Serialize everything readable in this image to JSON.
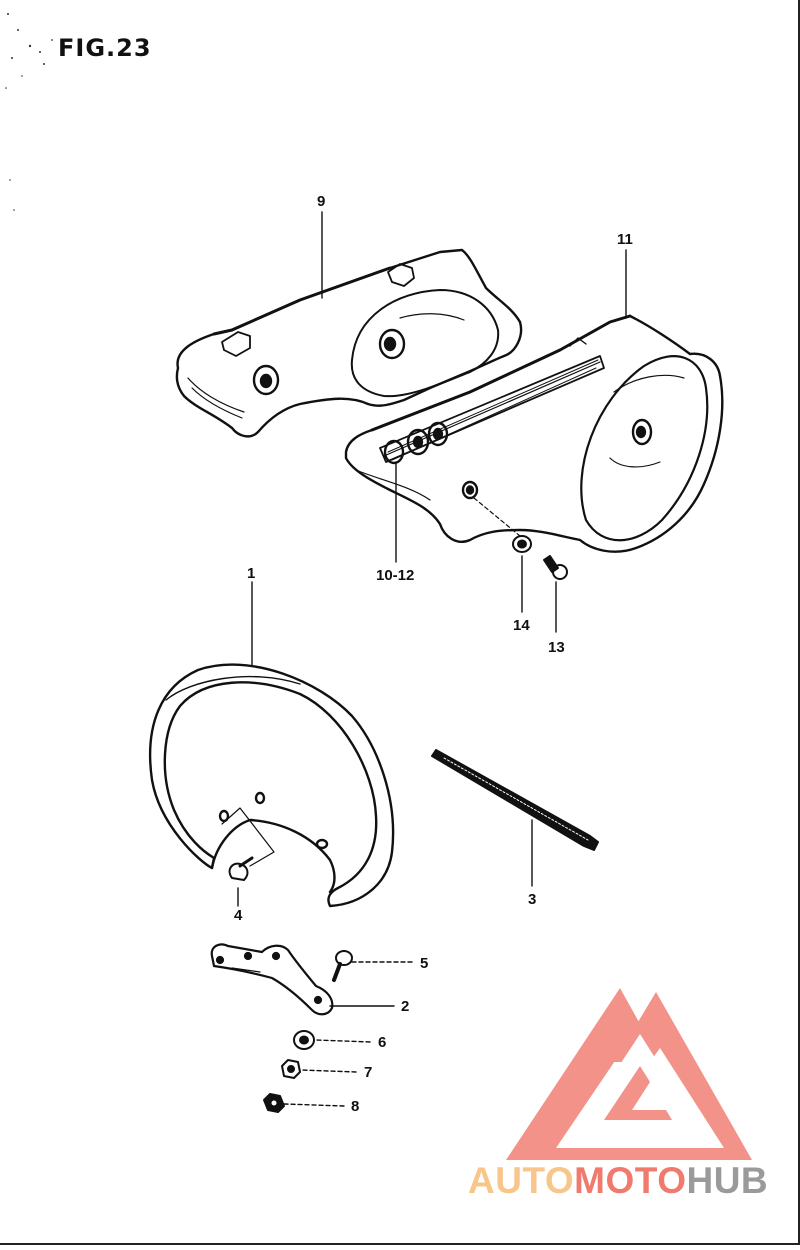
{
  "figure": {
    "title": "FIG.23"
  },
  "callouts": [
    {
      "id": "9",
      "text": "9"
    },
    {
      "id": "11",
      "text": "11"
    },
    {
      "id": "10-12",
      "text": "10-12"
    },
    {
      "id": "14",
      "text": "14"
    },
    {
      "id": "13",
      "text": "13"
    },
    {
      "id": "1",
      "text": "1"
    },
    {
      "id": "3",
      "text": "3"
    },
    {
      "id": "4",
      "text": "4"
    },
    {
      "id": "5",
      "text": "5"
    },
    {
      "id": "2",
      "text": "2"
    },
    {
      "id": "6",
      "text": "6"
    },
    {
      "id": "7",
      "text": "7"
    },
    {
      "id": "8",
      "text": "8"
    }
  ],
  "watermark": {
    "part_a": "AUTO",
    "part_b": "MOTO",
    "part_c": "HUB",
    "colors": {
      "auto": "#f8c58a",
      "moto": "#f07a6e",
      "hub": "#9a9a9a",
      "logo": "#f07a6e"
    }
  }
}
